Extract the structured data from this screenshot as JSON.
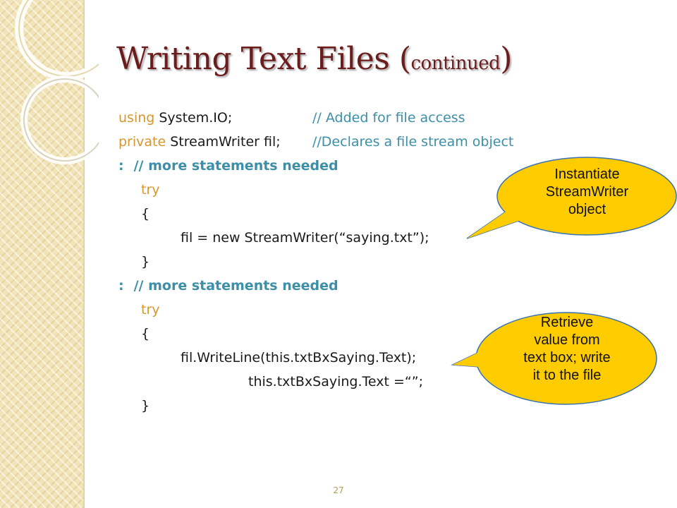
{
  "slide": {
    "title_main": "Writing Text Files (",
    "title_small": "continued",
    "title_close": ")",
    "page_number": "27"
  },
  "code": {
    "line1": {
      "kw": "using",
      "text": " System.IO;",
      "comment": "// Added for file access"
    },
    "line2": {
      "kw": "private",
      "text": " StreamWriter fil;",
      "comment": "//Declares a file stream object"
    },
    "line3": {
      "prefix": ":",
      "comment": "// more statements needed"
    },
    "line4": {
      "kw": "try"
    },
    "line5": {
      "text": "{"
    },
    "line6": {
      "text": "fil = new StreamWriter(“saying.txt”);"
    },
    "line7": {
      "text": "}"
    },
    "line8": {
      "prefix": ":",
      "comment": "// more statements needed"
    },
    "line9": {
      "kw": "try"
    },
    "line10": {
      "text": "{"
    },
    "line11": {
      "text": "fil.WriteLine(this.txtBxSaying.Text);"
    },
    "line12": {
      "text": "this.txtBxSaying.Text =“”;"
    },
    "line13": {
      "text": "}"
    }
  },
  "callouts": {
    "instantiate": {
      "line1": "Instantiate",
      "line2": "StreamWriter",
      "line3": "object"
    },
    "retrieve": {
      "line1": "Retrieve",
      "line2": "value from",
      "line3": "text box; write",
      "line4": "it to the file"
    }
  },
  "colors": {
    "title": "#6b1d1d",
    "keyword": "#d8962d",
    "comment": "#3b8fa8",
    "callout_fill": "#ffcc00",
    "callout_stroke": "#3a72b0",
    "stripe": "#f1e4b8"
  }
}
